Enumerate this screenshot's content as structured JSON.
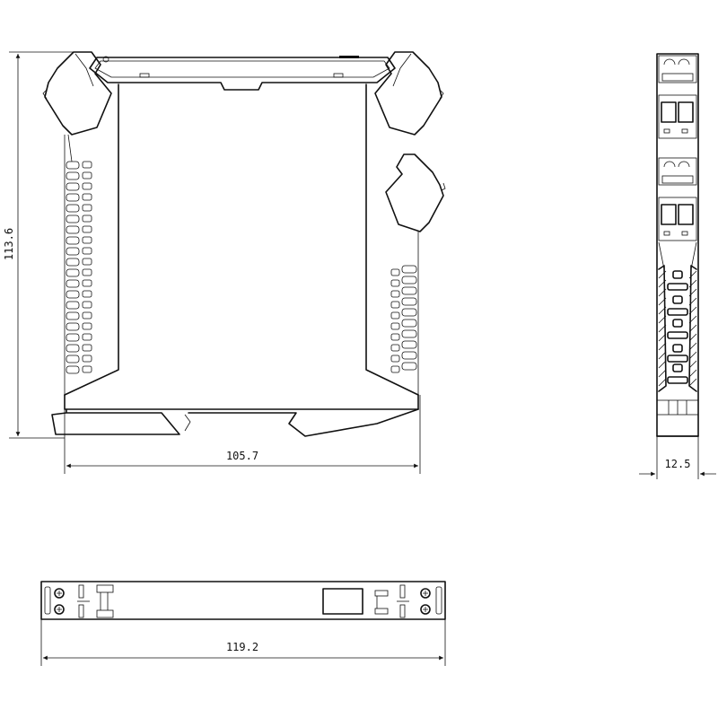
{
  "drawing": {
    "type": "technical-dimension-drawing",
    "subject": "DIN-rail mounted module housing",
    "units": "mm",
    "background_color": "#ffffff",
    "line_color": "#111111"
  },
  "views": {
    "side": {
      "name": "side-view",
      "dimensions": {
        "height": {
          "label": "113.6",
          "orientation": "vertical"
        },
        "depth": {
          "label": "105.7",
          "orientation": "horizontal"
        }
      }
    },
    "front": {
      "name": "front-view",
      "dimensions": {
        "width": {
          "label": "12.5",
          "orientation": "horizontal"
        }
      }
    },
    "top": {
      "name": "top-view",
      "dimensions": {
        "length": {
          "label": "119.2",
          "orientation": "horizontal"
        }
      }
    }
  }
}
